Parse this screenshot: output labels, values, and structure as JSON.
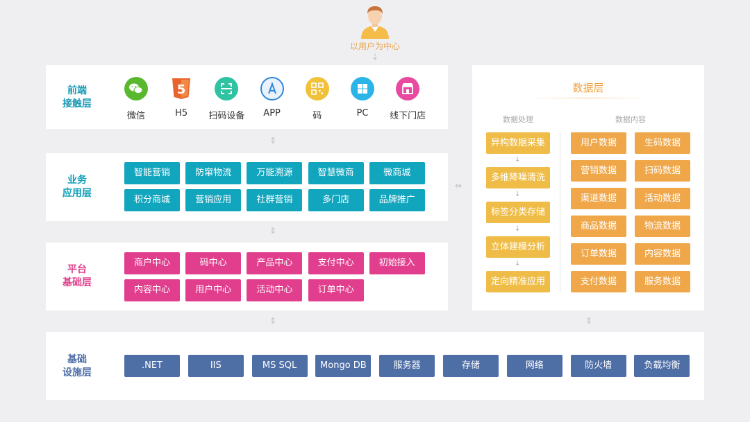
{
  "user": {
    "label": "以用户为中心"
  },
  "front": {
    "title": "前端\n接触层",
    "items": [
      {
        "label": "微信",
        "icon": "wechat-icon",
        "color": "#5ab82f"
      },
      {
        "label": "H5",
        "icon": "html5-icon",
        "color": "#e8642b"
      },
      {
        "label": "扫码设备",
        "icon": "scanner-icon",
        "color": "#2fc3a1"
      },
      {
        "label": "APP",
        "icon": "app-store-icon",
        "color": "#2f86de"
      },
      {
        "label": "码",
        "icon": "qr-code-icon",
        "color": "#f1c13a"
      },
      {
        "label": "PC",
        "icon": "windows-icon",
        "color": "#2bb4e8"
      },
      {
        "label": "线下门店",
        "icon": "store-icon",
        "color": "#e84aa0"
      }
    ]
  },
  "business": {
    "title": "业务\n应用层",
    "row1": [
      "智能营销",
      "防窜物流",
      "万能溯源",
      "智慧微商",
      "微商城"
    ],
    "row2": [
      "积分商城",
      "营销应用",
      "社群营销",
      "多门店",
      "品牌推广"
    ]
  },
  "platform": {
    "title": "平台\n基础层",
    "row1": [
      "商户中心",
      "码中心",
      "产品中心",
      "支付中心",
      "初始接入"
    ],
    "row2": [
      "内容中心",
      "用户中心",
      "活动中心",
      "订单中心"
    ]
  },
  "infra": {
    "title": "基础\n设施层",
    "items": [
      ".NET",
      "IIS",
      "MS SQL",
      "Mongo DB",
      "服务器",
      "存储",
      "网络",
      "防火墙",
      "负载均衡"
    ]
  },
  "data": {
    "title": "数据层",
    "processing_label": "数据处理",
    "content_label": "数据内容",
    "processing": [
      "异构数据采集",
      "多维降噪清洗",
      "标签分类存储",
      "立体建模分析",
      "定向精准应用"
    ],
    "content_left": [
      "用户数据",
      "营销数据",
      "渠道数据",
      "商品数据",
      "订单数据",
      "支付数据"
    ],
    "content_right": [
      "生码数据",
      "扫码数据",
      "活动数据",
      "物流数据",
      "内容数据",
      "服务数据"
    ]
  },
  "colors": {
    "front_title": "#1e9bb6",
    "business_title": "#0f9fb8",
    "platform_title": "#e0408e",
    "infra_title": "#4f6ea8",
    "data_title": "#eea23f"
  }
}
